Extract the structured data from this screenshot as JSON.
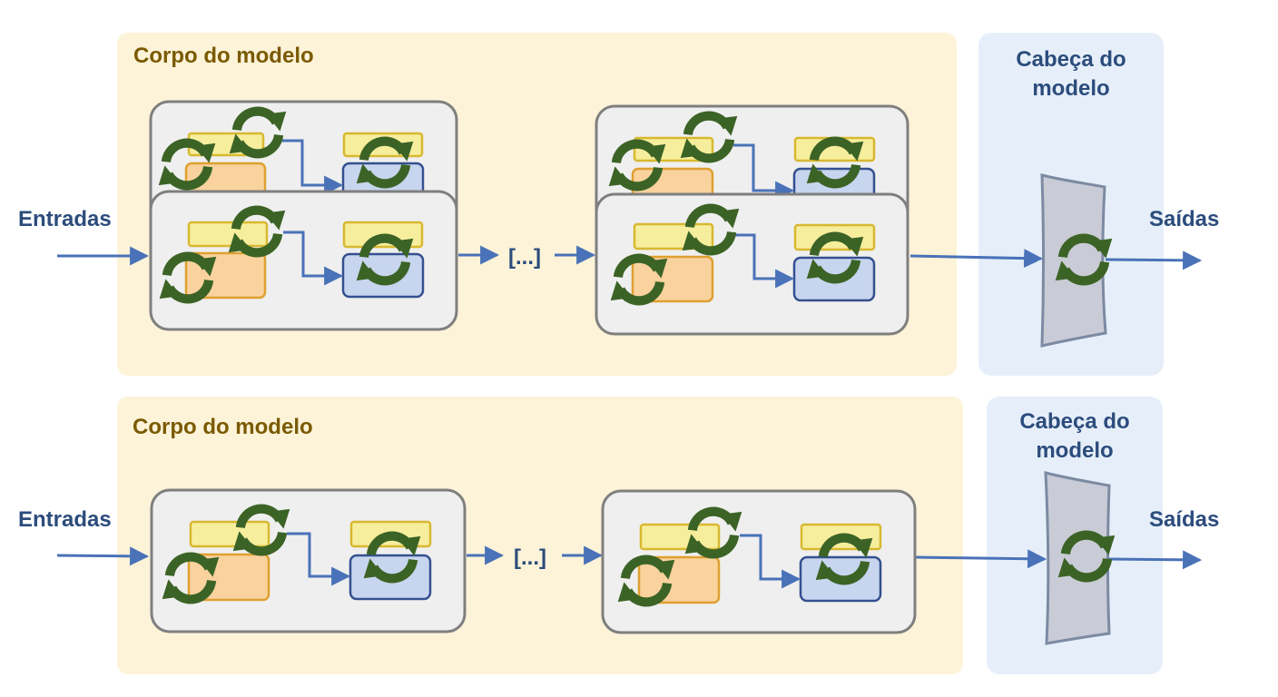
{
  "colors": {
    "body_bg": "#fdf3d8",
    "head_bg": "#e6eff9",
    "body_text": "#7a5a00",
    "head_text": "#2c4c7c",
    "io_text": "#2c4c7c",
    "arrow": "#4a72b8",
    "block_bg": "#efefef",
    "block_border": "#7f7f7f",
    "yellow_fill": "#f6ee9c",
    "yellow_stroke": "#d8b830",
    "orange_fill": "#f9d29e",
    "orange_stroke": "#dfa030",
    "blue_fill": "#c8d5ee",
    "blue_stroke": "#34508f",
    "head_shape_fill": "#c9ccd6",
    "head_shape_stroke": "#7c8aa2",
    "refresh_icon": "#3c6326"
  },
  "icon": "refresh-icon",
  "panels": [
    {
      "body_label": "Corpo do modelo",
      "head_label_line1": "Cabeça do",
      "head_label_line2": "modelo",
      "input_label": "Entradas",
      "output_label": "Saídas",
      "ellipsis": "[...]"
    },
    {
      "body_label": "Corpo do modelo",
      "head_label_line1": "Cabeça do",
      "head_label_line2": "modelo",
      "input_label": "Entradas",
      "output_label": "Saídas",
      "ellipsis": "[...]"
    }
  ]
}
